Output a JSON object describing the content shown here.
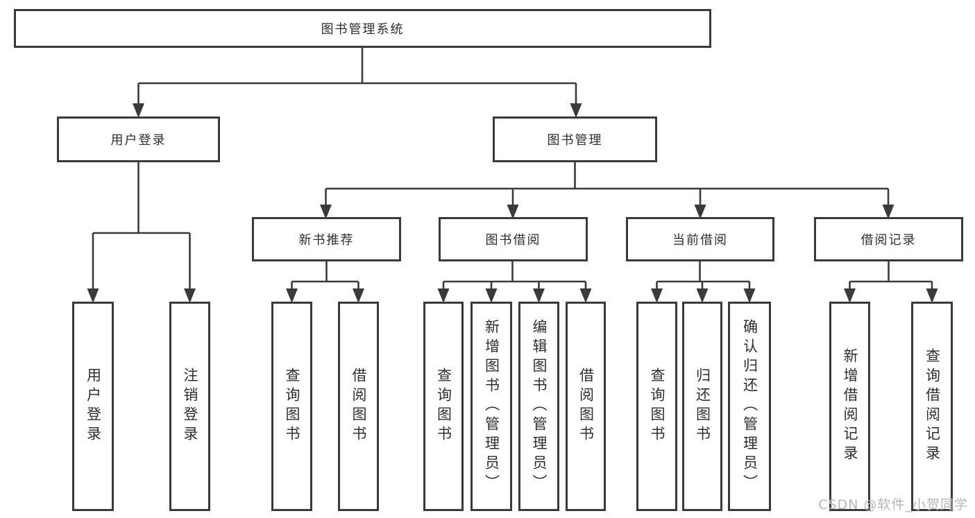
{
  "diagram_type": "hierarchy-tree",
  "tree": {
    "label": "图书管理系统",
    "children": [
      {
        "label": "用户登录",
        "children": [
          {
            "label": "用户登录"
          },
          {
            "label": "注销登录"
          }
        ]
      },
      {
        "label": "图书管理",
        "children": [
          {
            "label": "新书推荐",
            "children": [
              {
                "label": "查询图书"
              },
              {
                "label": "借阅图书"
              }
            ]
          },
          {
            "label": "图书借阅",
            "children": [
              {
                "label": "查询图书"
              },
              {
                "label": "新增图书（管理员）"
              },
              {
                "label": "编辑图书（管理员）"
              },
              {
                "label": "借阅图书"
              }
            ]
          },
          {
            "label": "当前借阅",
            "children": [
              {
                "label": "查询图书"
              },
              {
                "label": "归还图书"
              },
              {
                "label": "确认归还（管理员）"
              }
            ]
          },
          {
            "label": "借阅记录",
            "children": [
              {
                "label": "新增借阅记录"
              },
              {
                "label": "查询借阅记录"
              }
            ]
          }
        ]
      }
    ]
  },
  "watermark": {
    "text": "CSDN @软件_小贺同学"
  },
  "colors": {
    "line": "#3a3a3a",
    "border": "#3a3a3a",
    "text": "#2e2e2e",
    "watermark": "#b5b5b5",
    "background": "#ffffff"
  }
}
